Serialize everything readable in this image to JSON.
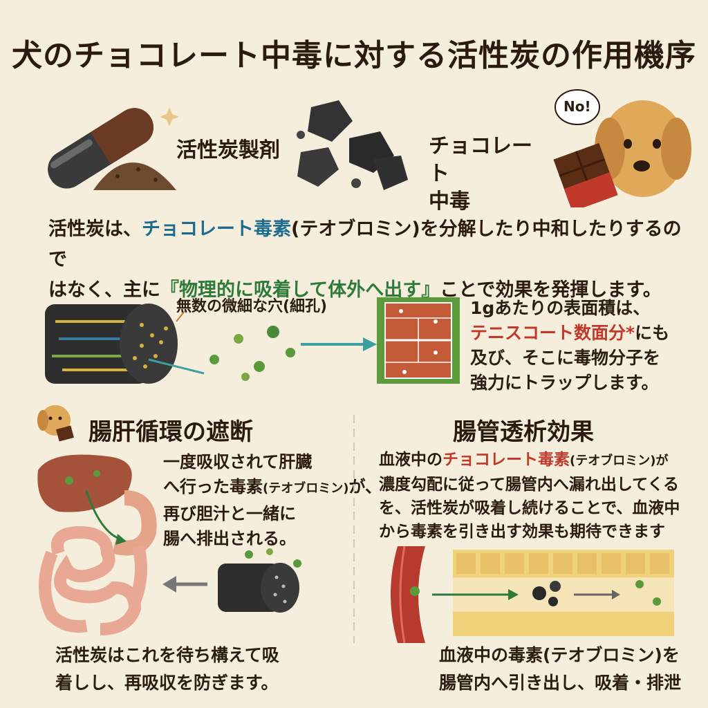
{
  "title": "犬のチョコレート中毒に対する活性炭の作用機序",
  "top": {
    "left_label": "活性炭製剤",
    "mid_label": "チョコレート\n中毒",
    "bubble": "No!"
  },
  "intro": {
    "p1_a": "活性炭は、",
    "p1_b": "チョコレート毒素",
    "p1_c": "(テオブロミン)を分解したり中和したりするので",
    "p2_a": "はなく、主に",
    "p2_b": "『物理的に吸着して体外へ出す』",
    "p2_c": "ことで効果を発揮します。"
  },
  "pores": {
    "label": "無数の微細な穴(細孔)",
    "l1": "1gあたりの表面積は、",
    "l2_a": "テニスコート数面分",
    "l2_b": "*",
    "l2_c": "にも",
    "l3": "及び、そこに毒物分子を",
    "l4": "強力にトラップします。"
  },
  "left_section": {
    "heading": "腸肝循環の遮断",
    "d1": "一度吸収されて肝臓",
    "d2_a": "へ行った毒素",
    "d2_b": "(テオブロミン)",
    "d2_c": "が、",
    "d3": "再び胆汁と一緒に",
    "d4": "腸へ排出される。",
    "b1": "活性炭はこれを待ち構えて吸",
    "b2": "着しし、再吸収を防ぎます。"
  },
  "right_section": {
    "heading": "腸管透析効果",
    "d1_a": "血液中の",
    "d1_b": "チョコレート毒素",
    "d1_c": "(テオブロミン)が",
    "d2": "濃度勾配に従って腸管内へ漏れ出してくる",
    "d3": "を、活性炭が吸着し続けることで、血液中",
    "d4": "から毒素を引き出す効果も期待できます",
    "b1": "血液中の毒素(テオブロミン)を",
    "b2": "腸管内へ引き出し、吸着・排泄"
  },
  "colors": {
    "background": "#f6eedc",
    "accent_blue": "#1b6c8e",
    "accent_green": "#2d7a3a",
    "accent_red": "#c0392b"
  }
}
